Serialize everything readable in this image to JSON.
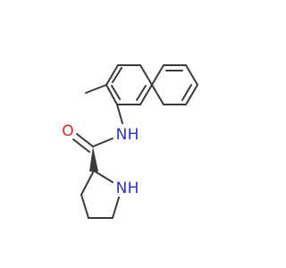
{
  "molecule": {
    "atoms": {
      "amide_n": {
        "symbol": "N",
        "suffix": "H"
      },
      "carbonyl_o": {
        "symbol": "O"
      },
      "ring_n": {
        "symbol": "N",
        "suffix": "H"
      }
    },
    "colors": {
      "bond": "#3a3a3a",
      "nitrogen": "#2e2ed6",
      "oxygen": "#e8241b"
    }
  }
}
